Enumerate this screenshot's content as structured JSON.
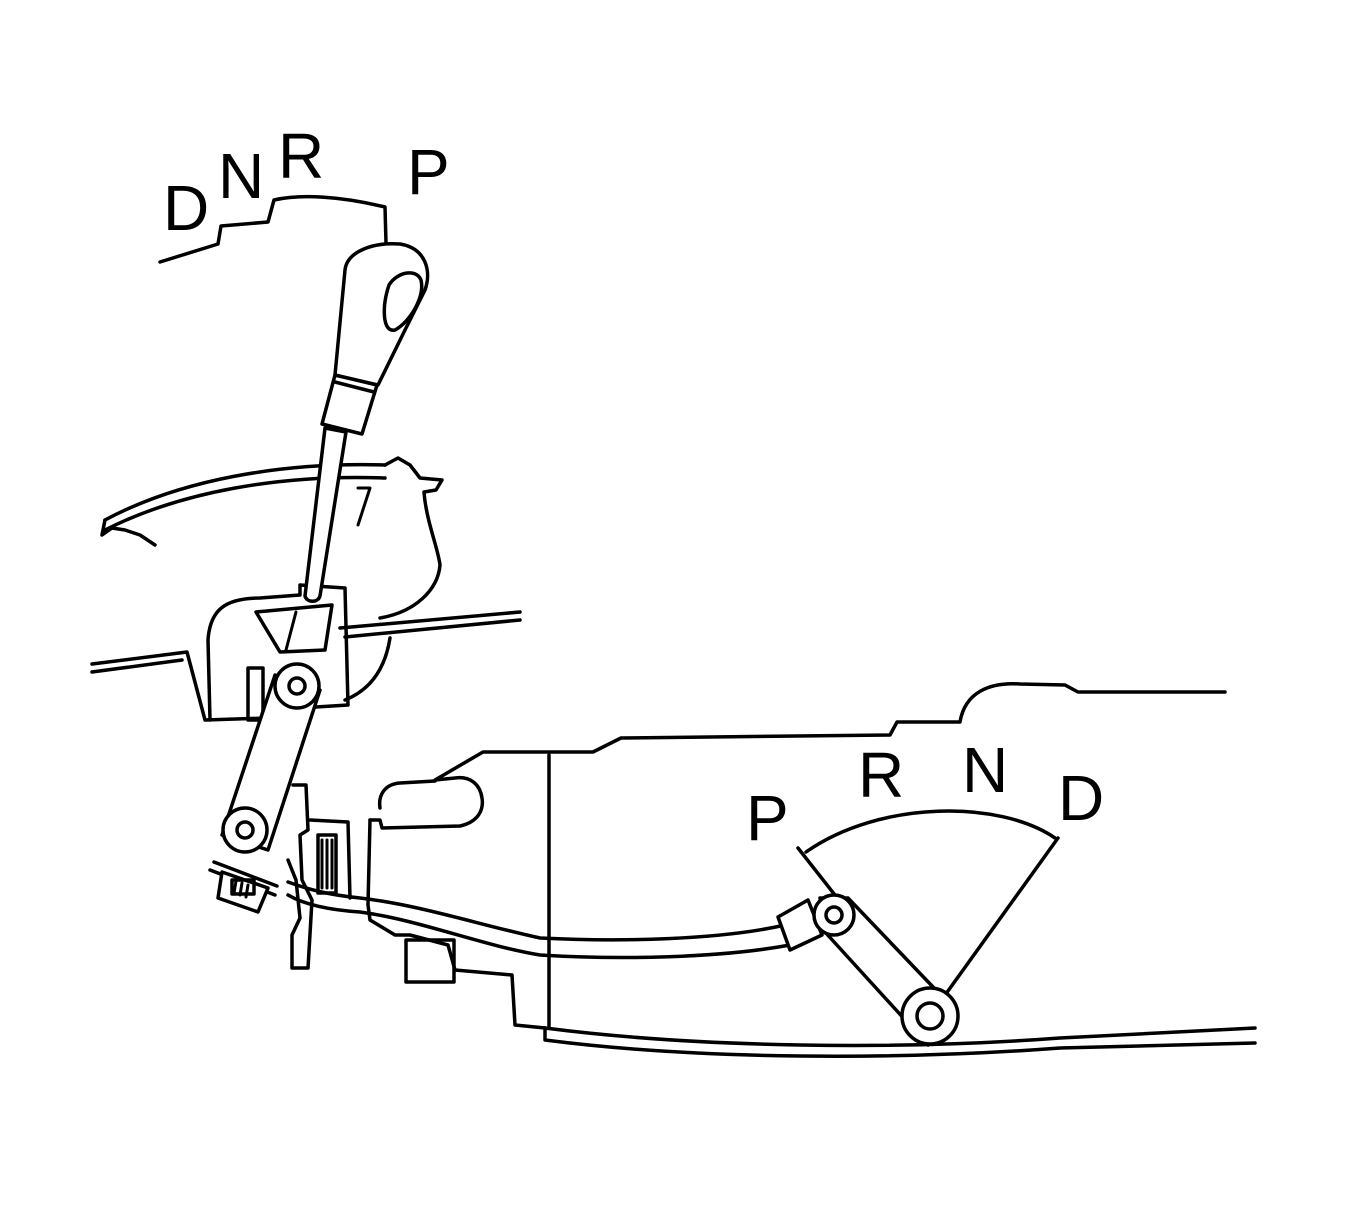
{
  "shifter_labels": {
    "d": "D",
    "n": "N",
    "r": "R",
    "p": "P"
  },
  "transmission_labels": {
    "p": "P",
    "r": "R",
    "n": "N",
    "d": "D"
  },
  "colors": {
    "line": "#000000",
    "background": "#ffffff"
  }
}
